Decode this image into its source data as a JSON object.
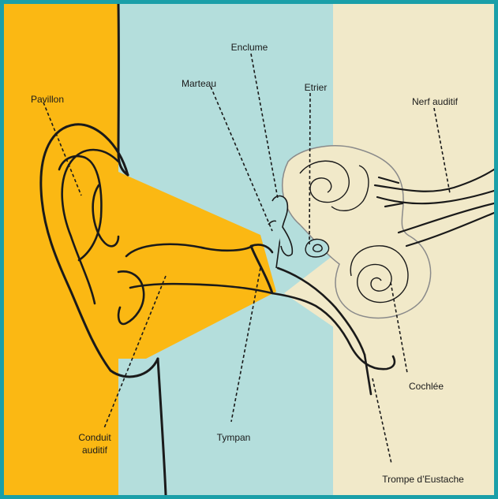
{
  "colors": {
    "frame": "#1a9fa8",
    "outer_ear": "#fbb813",
    "middle_ear": "#b4dedc",
    "inner_ear": "#f1e9c9",
    "ink": "#1a1a1a",
    "inner_outline": "#8a8a8a"
  },
  "labels": {
    "pavillon": "Pavillon",
    "enclume": "Enclume",
    "marteau": "Marteau",
    "etrier": "Etrier",
    "nerf_auditif": "Nerf auditif",
    "conduit_line1": "Conduit",
    "conduit_line2": "auditif",
    "tympan": "Tympan",
    "cochlee": "Cochlée",
    "trompe": "Trompe d’Eustache"
  }
}
